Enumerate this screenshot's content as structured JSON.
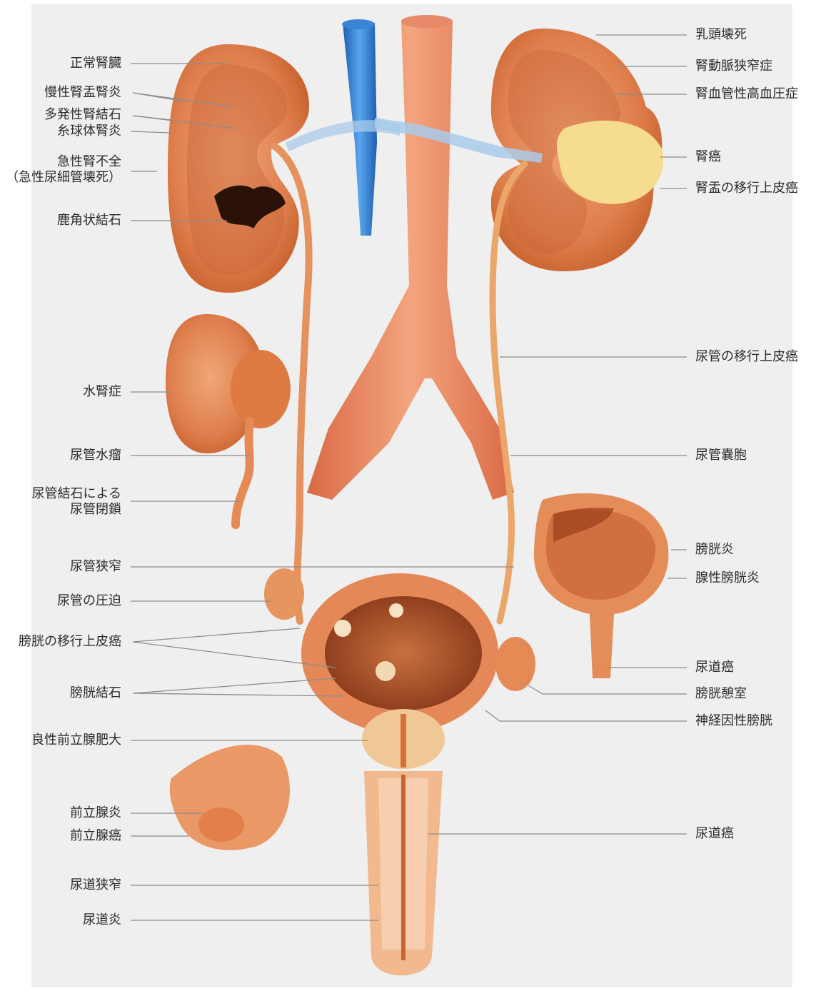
{
  "labels": {
    "left": {
      "normal_kidney": "正常腎臓",
      "chronic_pyelonephritis": "慢性腎盂腎炎",
      "multiple_renal_stones": "多発性腎結石",
      "glomerulonephritis": "糸球体腎炎",
      "acute_renal_failure": "急性腎不全\n（急性尿細管壊死）",
      "staghorn_calculus": "鹿角状結石",
      "hydronephrosis": "水腎症",
      "hydroureter": "尿管水瘤",
      "ureteral_stone_obstruction": "尿管結石による\n尿管閉鎖",
      "ureteral_stricture": "尿管狭窄",
      "ureteral_compression": "尿管の圧迫",
      "bladder_transitional_cell_carcinoma": "膀胱の移行上皮癌",
      "bladder_stone": "膀胱結石",
      "benign_prostatic_hyperplasia": "良性前立腺肥大",
      "prostatitis": "前立腺炎",
      "prostate_cancer": "前立腺癌",
      "urethral_stricture": "尿道狭窄",
      "urethritis": "尿道炎"
    },
    "right": {
      "papillary_necrosis": "乳頭壊死",
      "renal_artery_stenosis": "腎動脈狭窄症",
      "renovascular_hypertension": "腎血管性高血圧症",
      "renal_cancer": "腎癌",
      "renal_pelvis_transitional_cell_carcinoma": "腎盂の移行上皮癌",
      "ureter_transitional_cell_carcinoma": "尿管の移行上皮癌",
      "ureteral_cyst": "尿管嚢胞",
      "cystitis": "膀胱炎",
      "glandular_cystitis": "腺性膀胱炎",
      "urethral_cancer_upper": "尿道癌",
      "bladder_diverticulum": "膀胱憩室",
      "neurogenic_bladder": "神経因性膀胱",
      "urethral_cancer_lower": "尿道癌"
    }
  },
  "colors": {
    "tissue": "#e2875a",
    "tissue_dark": "#c4622f",
    "tissue_light": "#f2b48b",
    "vein_blue": "#2f7fd0",
    "tumor_yellow": "#f5dc8e",
    "leader_line": "#8c8c8c",
    "panel_bg": "#eeeeee"
  }
}
